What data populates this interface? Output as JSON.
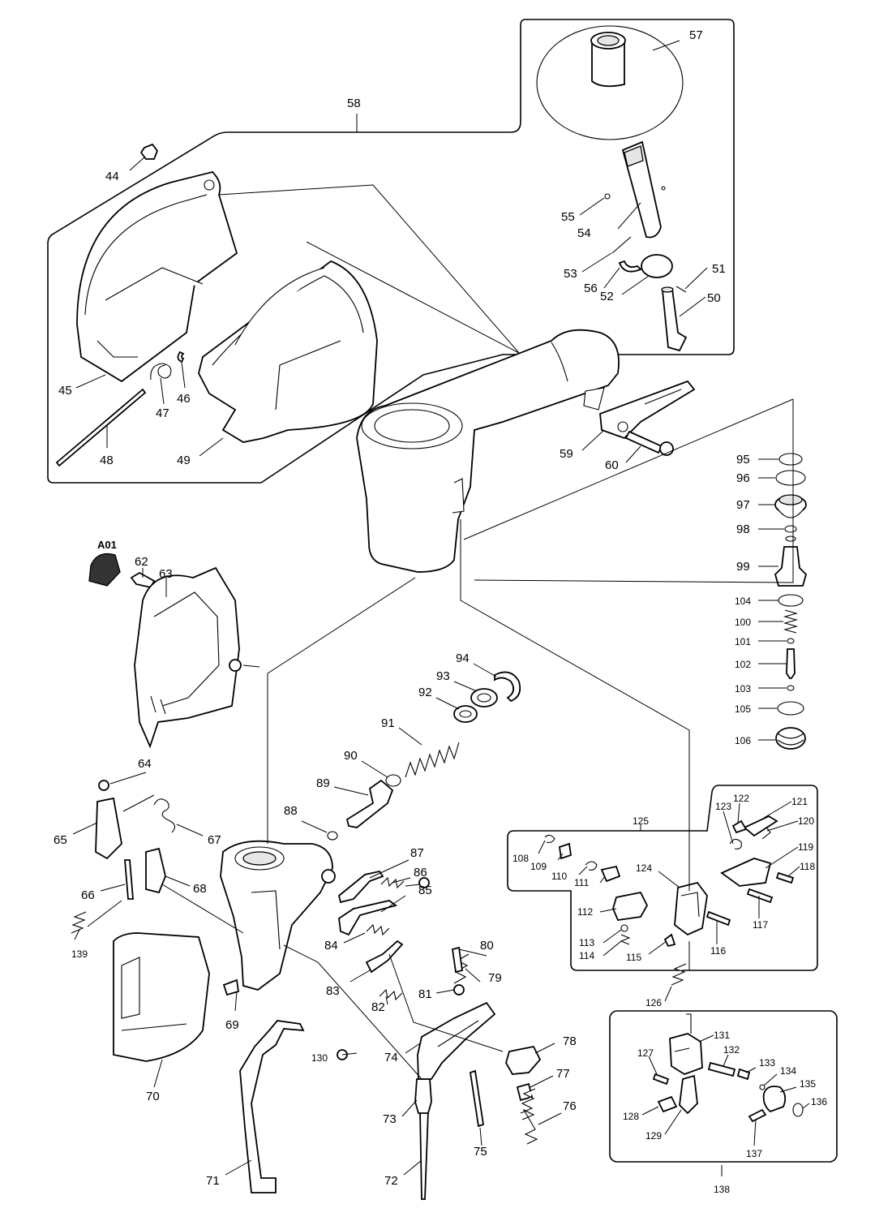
{
  "group_labels": {
    "magazine_group": "58",
    "cover_group": "A01",
    "piston_group": "125",
    "trigger_group": "138"
  },
  "part_numbers": {
    "p44": "44",
    "p45": "45",
    "p46": "46",
    "p47": "47",
    "p48": "48",
    "p49": "49",
    "p50": "50",
    "p51": "51",
    "p52": "52",
    "p53": "53",
    "p54": "54",
    "p55": "55",
    "p56": "56",
    "p57": "57",
    "p59": "59",
    "p60": "60",
    "p62": "62",
    "p63": "63",
    "p64": "64",
    "p65": "65",
    "p66": "66",
    "p67": "67",
    "p68": "68",
    "p69": "69",
    "p70": "70",
    "p71": "71",
    "p72": "72",
    "p73": "73",
    "p74": "74",
    "p75": "75",
    "p76": "76",
    "p77": "77",
    "p78": "78",
    "p79": "79",
    "p80": "80",
    "p81": "81",
    "p82": "82",
    "p83": "83",
    "p84": "84",
    "p85": "85",
    "p86": "86",
    "p87": "87",
    "p88": "88",
    "p89": "89",
    "p90": "90",
    "p91": "91",
    "p92": "92",
    "p93": "93",
    "p94": "94",
    "p95": "95",
    "p96": "96",
    "p97": "97",
    "p98": "98",
    "p99": "99",
    "p100": "100",
    "p101": "101",
    "p102": "102",
    "p103": "103",
    "p104": "104",
    "p105": "105",
    "p106": "106",
    "p108": "108",
    "p109": "109",
    "p110": "110",
    "p111": "111",
    "p112": "112",
    "p113": "113",
    "p114": "114",
    "p115": "115",
    "p116": "116",
    "p117": "117",
    "p118": "118",
    "p119": "119",
    "p120": "120",
    "p121": "121",
    "p122": "122",
    "p123": "123",
    "p124": "124",
    "p126": "126",
    "p127": "127",
    "p128": "128",
    "p129": "129",
    "p130": "130",
    "p131": "131",
    "p132": "132",
    "p133": "133",
    "p134": "134",
    "p135": "135",
    "p136": "136",
    "p137": "137",
    "p139": "139"
  }
}
